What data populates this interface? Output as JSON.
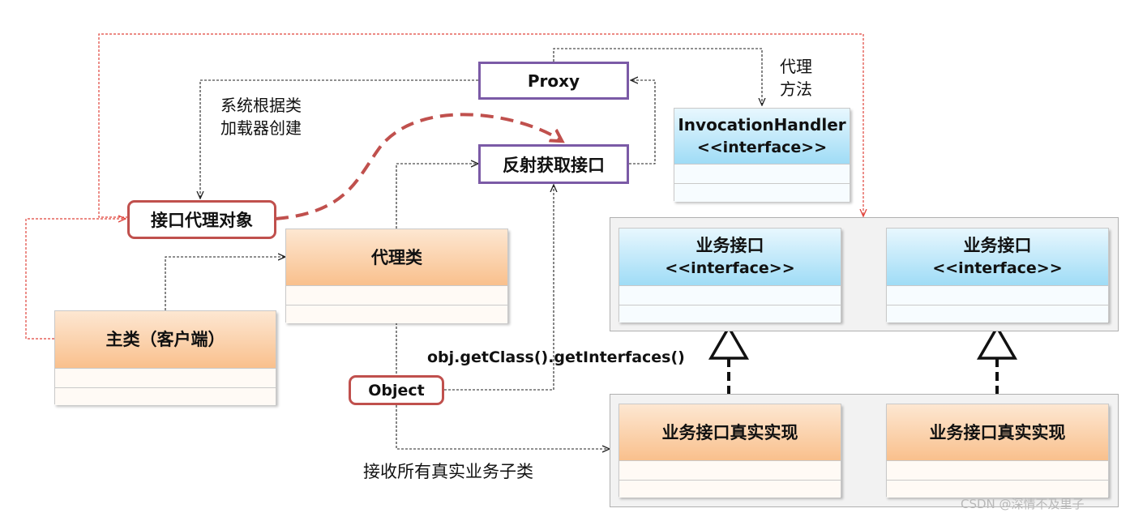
{
  "proxy": {
    "label": "Proxy"
  },
  "reflect": {
    "label": "反射获取接口"
  },
  "invocation_handler": {
    "name": "InvocationHandler",
    "stereotype": "<<interface>>"
  },
  "proxy_method_note": {
    "line1": "代理",
    "line2": "方法"
  },
  "classloader_note": {
    "line1": "系统根据类",
    "line2": "加载器创建"
  },
  "interface_proxy_object": {
    "label": "接口代理对象"
  },
  "proxy_class": {
    "name": "代理类"
  },
  "main_class": {
    "name": "主类（客户端）"
  },
  "get_interfaces_call": {
    "label": "obj.getClass().getInterfaces()"
  },
  "object_box": {
    "label": "Object"
  },
  "receive_note": {
    "label": "接收所有真实业务子类"
  },
  "business_interfaces": [
    {
      "name": "业务接口",
      "stereotype": "<<interface>>"
    },
    {
      "name": "业务接口",
      "stereotype": "<<interface>>"
    }
  ],
  "business_impls": [
    {
      "name": "业务接口真实实现"
    },
    {
      "name": "业务接口真实实现"
    }
  ],
  "watermark": {
    "text": "CSDN @深情不及里子"
  },
  "colors": {
    "red_dotted": "#e0433b",
    "purple": "#7b5aa6",
    "red_box": "#c0504d",
    "dashed_arc": "#c0504d"
  }
}
